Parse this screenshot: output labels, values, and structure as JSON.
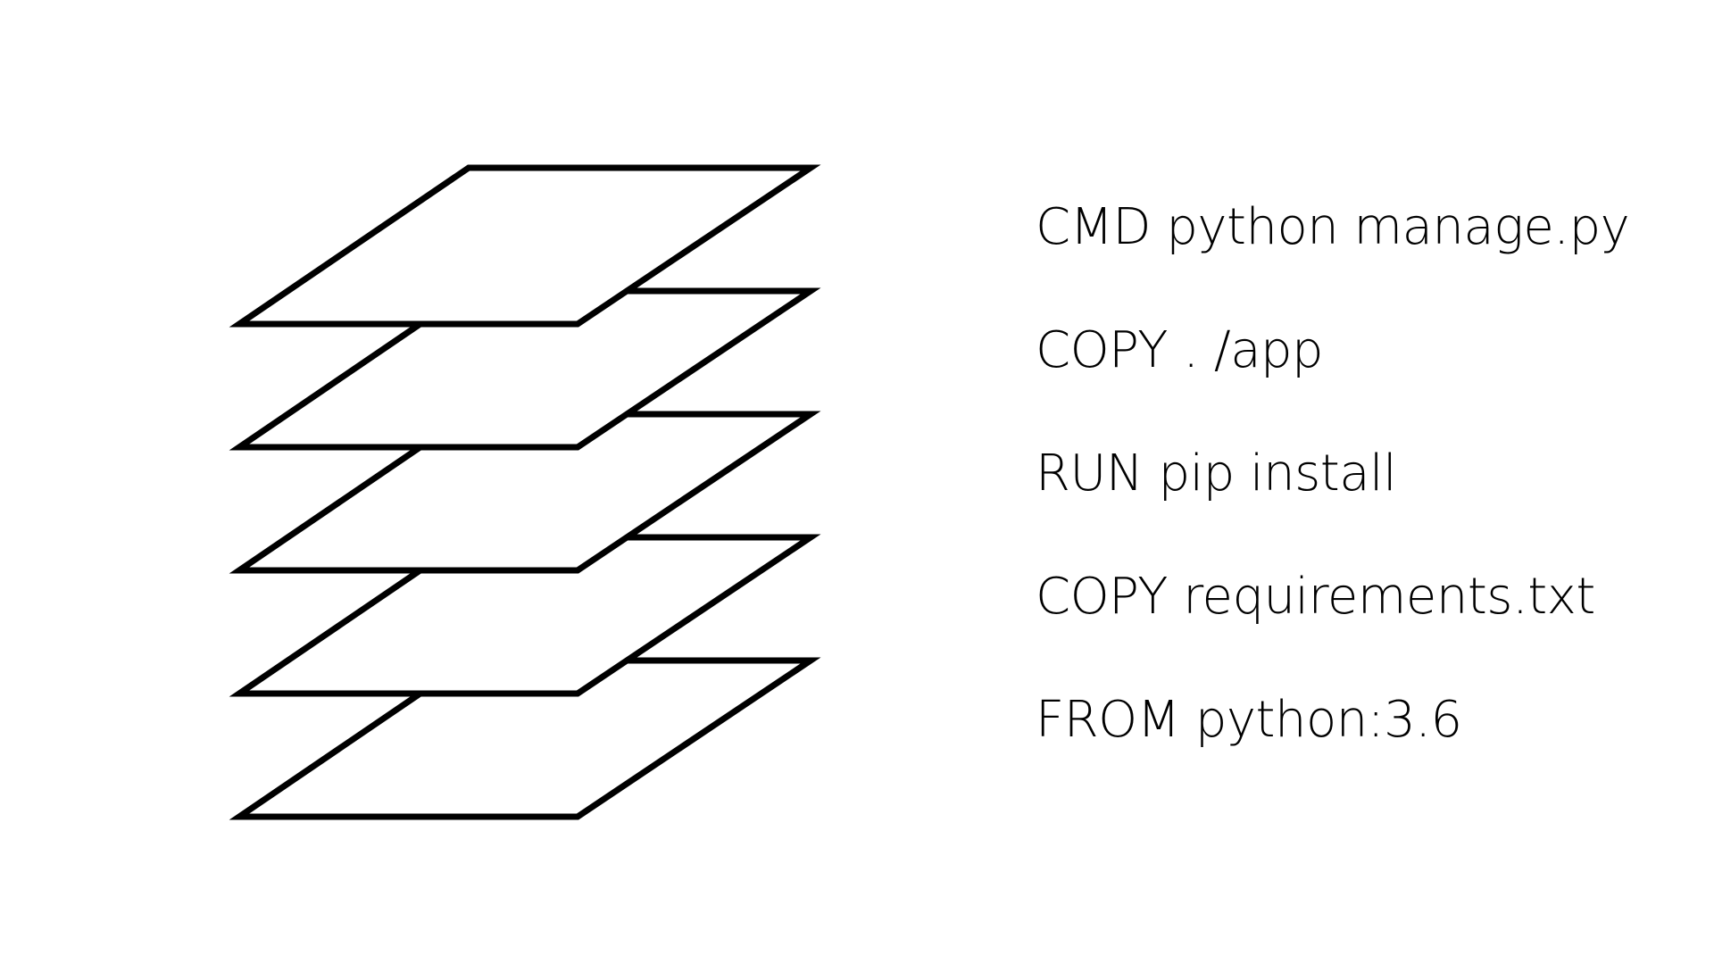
{
  "diagram": {
    "layers": [
      {
        "label": "CMD python manage.py"
      },
      {
        "label": "COPY . /app"
      },
      {
        "label": "RUN pip install"
      },
      {
        "label": "COPY requirements.txt"
      },
      {
        "label": "FROM python:3.6"
      }
    ],
    "colors": {
      "stroke": "#000000",
      "fill": "#ffffff",
      "background": "#ffffff"
    }
  }
}
